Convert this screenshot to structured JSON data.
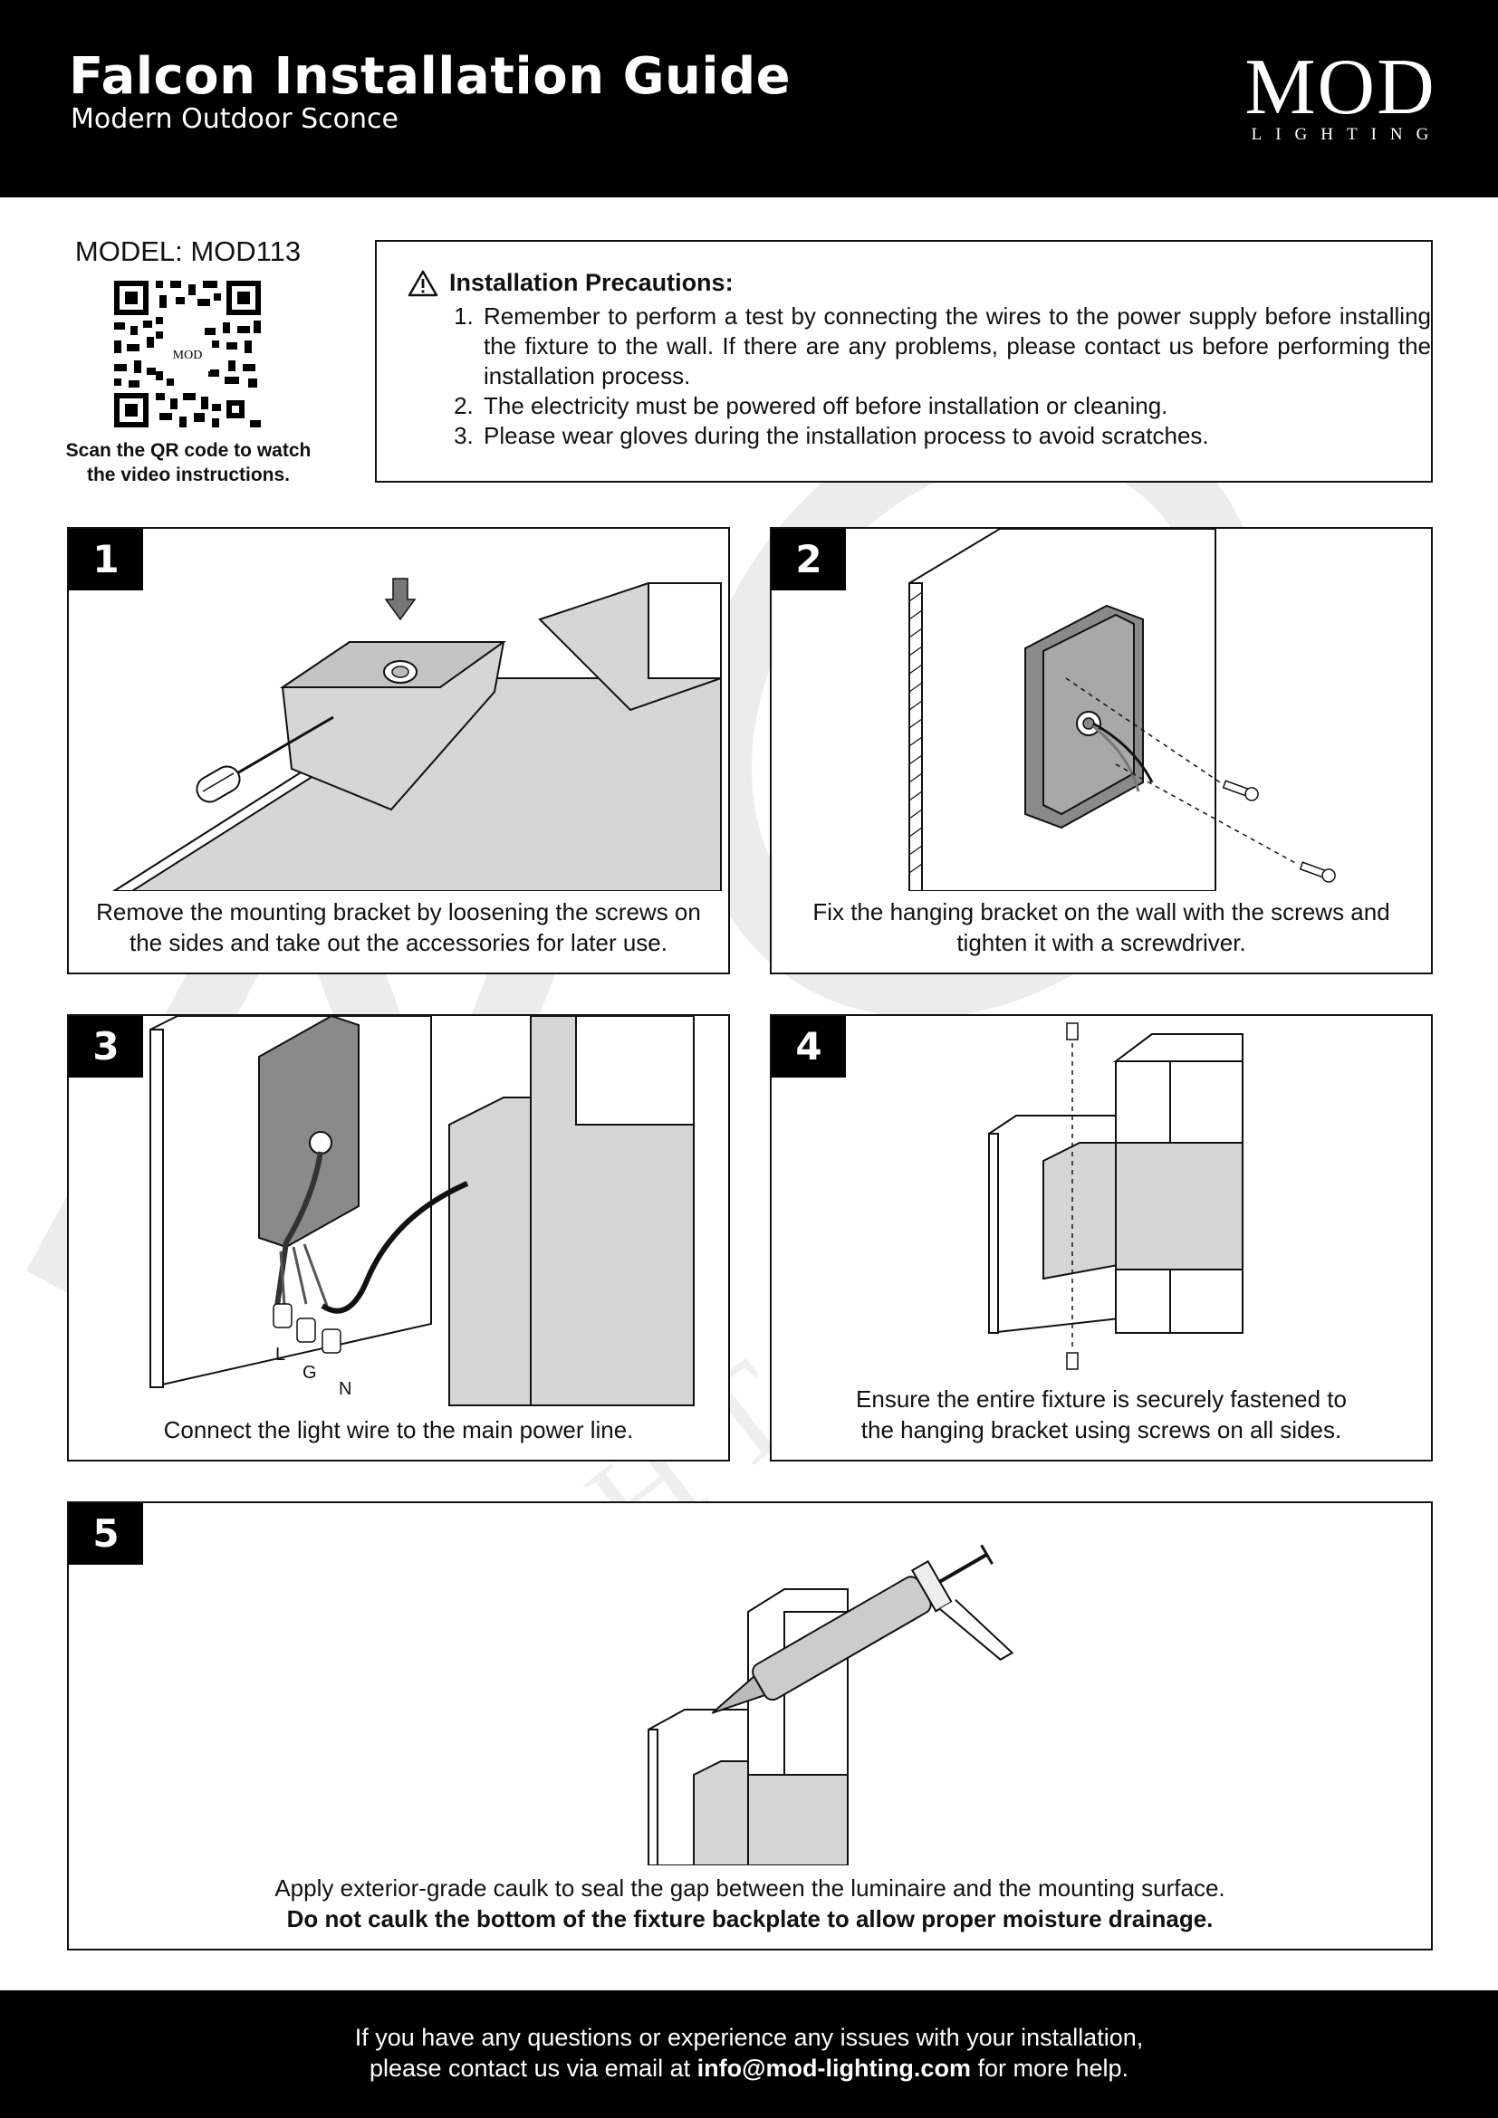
{
  "header": {
    "title": "Falcon Installation Guide",
    "subtitle": "Modern Outdoor Sconce",
    "logo_main": "MOD",
    "logo_sub": "LIGHTING"
  },
  "model": {
    "label": "MODEL: MOD113",
    "qr_caption_line1": "Scan the QR code to watch",
    "qr_caption_line2": "the video instructions.",
    "qr_center_text": "MOD"
  },
  "precautions": {
    "heading": "Installation Precautions:",
    "icon": "warning-triangle-icon",
    "items": [
      "Remember to perform a test by connecting the wires to the power supply before installing the fixture to the wall. If there are any problems, please contact us before performing the installation process.",
      "The electricity must be powered off before installation or cleaning.",
      "Please wear gloves during the installation process to avoid scratches."
    ]
  },
  "steps": [
    {
      "number": "1",
      "caption_line1": "Remove the mounting bracket by loosening the screws on",
      "caption_line2": "the sides and take out the accessories for later use."
    },
    {
      "number": "2",
      "caption_line1": "Fix the hanging bracket on the wall with the screws and",
      "caption_line2": "tighten it with a screwdriver."
    },
    {
      "number": "3",
      "caption_line1": "Connect the light wire to the main power line.",
      "wire_labels": [
        "L",
        "G",
        "N"
      ]
    },
    {
      "number": "4",
      "caption_line1": "Ensure the entire fixture is securely fastened to",
      "caption_line2": "the hanging bracket using screws on all sides."
    },
    {
      "number": "5",
      "caption_line1": "Apply exterior-grade caulk to seal the gap between the luminaire and the mounting surface.",
      "caption_line2": "Do not caulk the bottom of the fixture backplate to allow proper moisture drainage."
    }
  ],
  "footer": {
    "line1": "If you have any questions or experience any issues with your installation,",
    "line2_prefix": "please contact us via email at ",
    "email": "info@mod-lighting.com",
    "line2_suffix": " for more help."
  },
  "colors": {
    "header_bg": "#000000",
    "fixture_gray": "#d6d6d6",
    "bracket_gray": "#8a8a8a"
  }
}
